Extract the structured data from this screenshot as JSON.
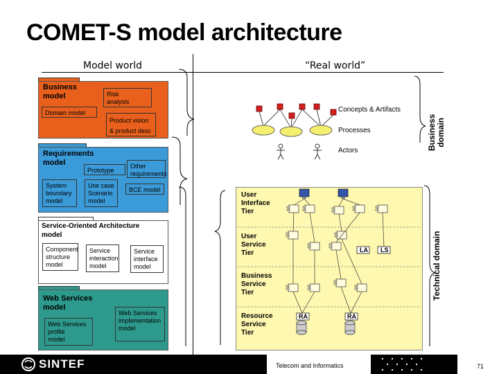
{
  "title": "COMET-S model architecture",
  "model_world": "Model world",
  "real_world": "“Real world”",
  "business": {
    "label": "Business\nmodel",
    "risk": "Risk\nanalysis",
    "domain": "Domain model",
    "product": "Product vision\n& product desc"
  },
  "requirements": {
    "label": "Requirements\nmodel",
    "prototype": "Prototype",
    "other": "Other\nrequirements",
    "boundary": "System\nboundary\nmodel",
    "usecase": "Use case\nScenario\nmodel",
    "bce": "BCE model"
  },
  "soa": {
    "label": "Service-Oriented Architecture\nmodel",
    "component": "Component\nstructure\nmodel",
    "interaction": "Service\ninteraction\nmodel",
    "interface": "Service\ninterface\nmodel"
  },
  "ws": {
    "label": "Web Services\nmodel",
    "profile": "Web Services\nprofile\nmodel",
    "impl": "Web Services\nimplementation\nmodel"
  },
  "real": {
    "concepts": "Concepts & Artifacts",
    "processes": "Processes",
    "actors": "Actors"
  },
  "domains": {
    "business": "Business\ndomain",
    "technical": "Technical domain"
  },
  "tiers": {
    "ui": "User\nInterface\nTier",
    "us": "User\nService\nTier",
    "bs": "Business\nService\nTier",
    "rs": "Resource\nService\nTier"
  },
  "badges": {
    "la": "LA",
    "ls": "LS",
    "ra1": "RA",
    "ra2": "RA"
  },
  "footer": {
    "logo": "SINTEF",
    "center": "Telecom and Informatics",
    "page": "71"
  },
  "colors": {
    "business": "#e8601c",
    "requirements": "#3b9ad8",
    "soa": "#ffffff",
    "ws": "#2e9a8e",
    "tiers_bg": "#fff8b0",
    "concept": "#d42020",
    "process": "#f5ef70"
  }
}
